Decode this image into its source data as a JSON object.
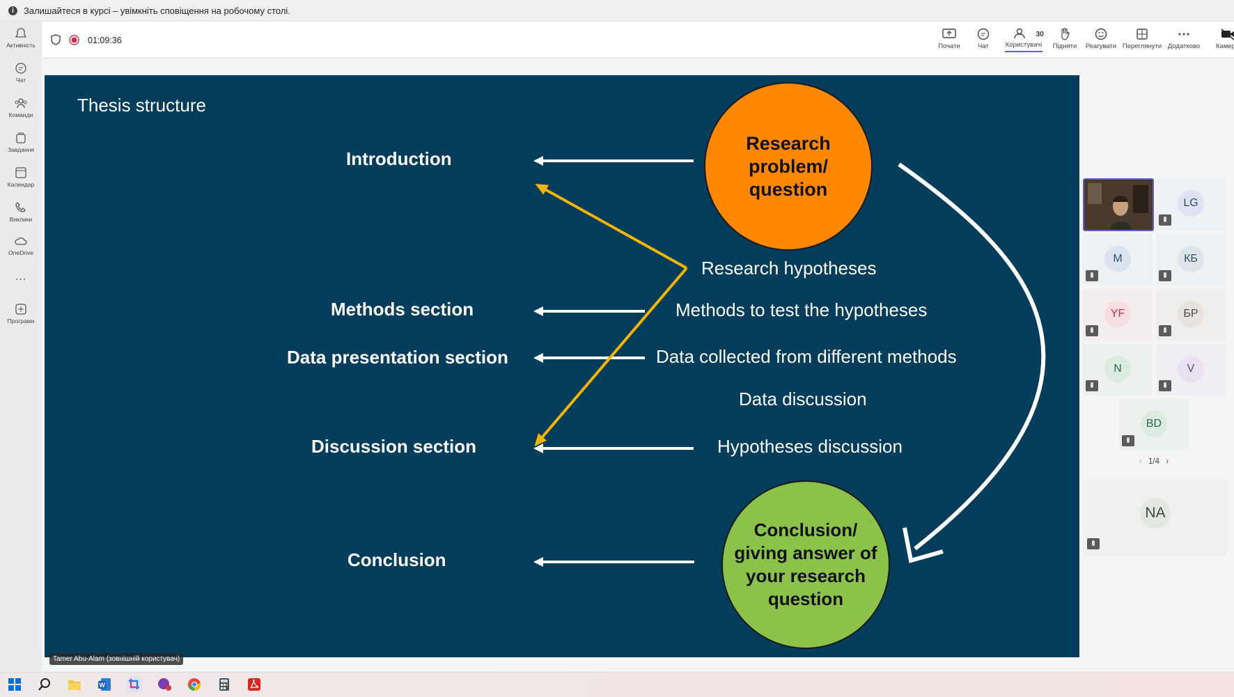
{
  "notification": {
    "text": "Залишайтеся в курсі – увімкніть сповіщення на робочому столі."
  },
  "rail": {
    "items": [
      {
        "label": "Активність",
        "icon": "bell-icon"
      },
      {
        "label": "Чат",
        "icon": "chat-icon"
      },
      {
        "label": "Команди",
        "icon": "teams-icon"
      },
      {
        "label": "Завдання",
        "icon": "assignments-icon"
      },
      {
        "label": "Календар",
        "icon": "calendar-icon"
      },
      {
        "label": "Виклики",
        "icon": "phone-icon"
      },
      {
        "label": "OneDrive",
        "icon": "cloud-icon"
      },
      {
        "label": "...",
        "icon": "more-icon"
      },
      {
        "label": "Програми",
        "icon": "apps-icon"
      }
    ]
  },
  "meeting": {
    "timer": "01:09:36",
    "participants_count": "30",
    "buttons": {
      "share": "Почати",
      "chat": "Чат",
      "people": "Користувачі",
      "raise": "Підняти",
      "react": "Реагувати",
      "view": "Переглянути",
      "more": "Додатково",
      "camera": "Камера"
    }
  },
  "slide": {
    "title": "Thesis structure",
    "left": {
      "introduction": "Introduction",
      "methods": "Methods section",
      "data_presentation": "Data presentation section",
      "discussion": "Discussion section",
      "conclusion": "Conclusion"
    },
    "right": {
      "hypotheses": "Research hypotheses",
      "methods_test": "Methods to test the hypotheses",
      "data_collected": "Data collected from different methods",
      "data_discussion": "Data discussion",
      "hypotheses_discussion": "Hypotheses discussion"
    },
    "circles": {
      "research": [
        "Research",
        "problem/",
        "question"
      ],
      "conclusion": [
        "Conclusion/",
        "giving answer of",
        "your research",
        "question"
      ]
    },
    "colors": {
      "background": "#033d5c",
      "research_circle": "#ff8800",
      "conclusion_circle": "#8bc34a",
      "yellow_arrow": "#f5b400"
    }
  },
  "presenter_label": "Tamer Abu-Alam (зовнішній користувач)",
  "participants": {
    "tiles": [
      "LG",
      "M",
      "КБ",
      "YF",
      "БР",
      "N",
      "V",
      "BD"
    ],
    "pager": "1/4",
    "featured": "NA"
  },
  "taskbar": {
    "icons": [
      "windows-start-icon",
      "search-icon",
      "file-explorer-icon",
      "word-icon",
      "snipping-tool-icon",
      "viber-icon",
      "chrome-icon",
      "calculator-icon",
      "acrobat-icon"
    ]
  }
}
